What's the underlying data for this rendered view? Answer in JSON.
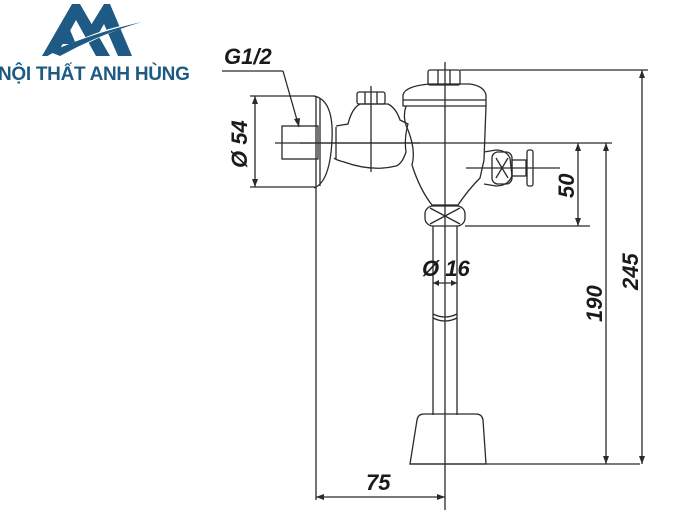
{
  "logo": {
    "brand_name": "NỘI THẤT ANH HÙNG",
    "icon": "anh-hung-logo-icon",
    "color": "#1e5a84"
  },
  "drawing": {
    "subject": "flush valve technical drawing",
    "line_color": "#2a2a2a",
    "dimensions": {
      "thread": "G1/2",
      "flange_diameter": "Ø 54",
      "pipe_diameter": "Ø 16",
      "inlet_to_top_offset": "50",
      "inlet_height": "190",
      "total_height": "245",
      "wall_to_center": "75"
    }
  }
}
